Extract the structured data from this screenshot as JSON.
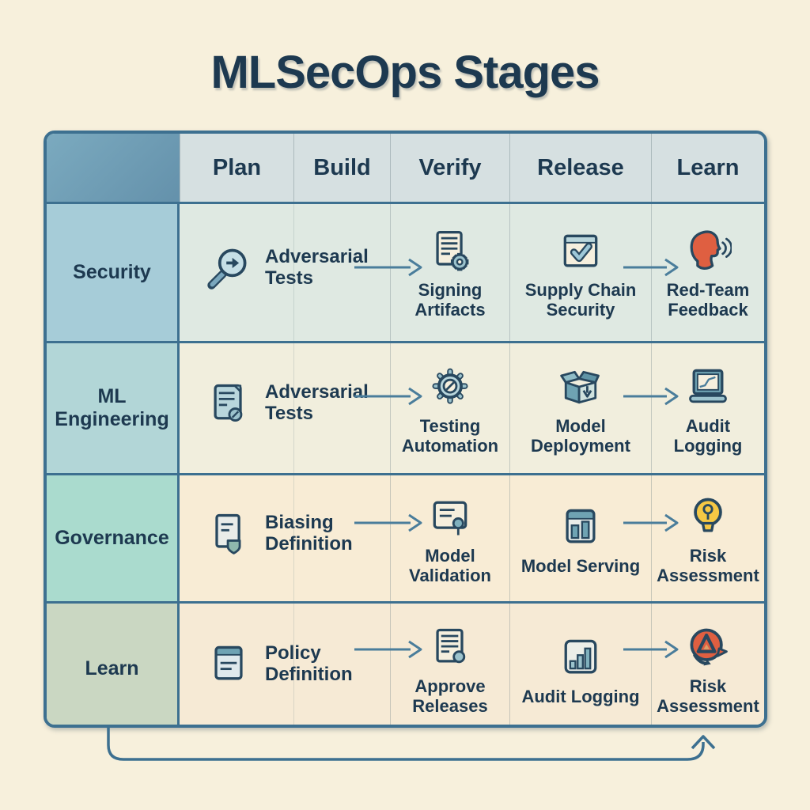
{
  "title": "MLSecOps Stages",
  "table": {
    "columns": [
      "Plan",
      "Build",
      "Verify",
      "Release",
      "Learn"
    ],
    "rows": [
      {
        "label": "Security",
        "plan_build": {
          "icon": "magnifier-arrow-icon",
          "label": "Adversarial Tests"
        },
        "verify": {
          "icon": "document-gear-icon",
          "label": "Signing Artifacts"
        },
        "release": {
          "icon": "window-check-icon",
          "label": "Supply Chain Security"
        },
        "learn": {
          "icon": "speaking-head-icon",
          "label": "Red-Team Feedback"
        }
      },
      {
        "label": "ML Engineering",
        "plan_build": {
          "icon": "document-badge-icon",
          "label": "Adversarial Tests"
        },
        "verify": {
          "icon": "gear-icon",
          "label": "Testing Automation"
        },
        "release": {
          "icon": "package-download-icon",
          "label": "Model Deployment"
        },
        "learn": {
          "icon": "laptop-chart-icon",
          "label": "Audit Logging"
        }
      },
      {
        "label": "Governance",
        "plan_build": {
          "icon": "document-shield-icon",
          "label": "Biasing Definition"
        },
        "verify": {
          "icon": "certificate-icon",
          "label": "Model Validation"
        },
        "release": {
          "icon": "window-bars-icon",
          "label": "Model Serving"
        },
        "learn": {
          "icon": "lightbulb-icon",
          "label": "Risk Assessment"
        }
      },
      {
        "label": "Learn",
        "plan_build": {
          "icon": "window-lines-icon",
          "label": "Policy Definition"
        },
        "verify": {
          "icon": "document-approve-icon",
          "label": "Approve Releases"
        },
        "release": {
          "icon": "bar-chart-icon",
          "label": "Audit Logging"
        },
        "learn": {
          "icon": "alert-bubble-icon",
          "label": "Risk Assessment"
        }
      }
    ]
  },
  "colors": {
    "background": "#f7f0dc",
    "title_text": "#1d3950",
    "table_border": "#3d7090",
    "header_corner": "#6d9db7",
    "header_cell": "#d6e0e1",
    "row_header_security": "#a6ccd8",
    "row_header_ml_engineering": "#b2d6d7",
    "row_header_governance": "#aadbce",
    "row_header_learn": "#cad7c2",
    "row_bg_security": "#dfe9e2",
    "row_bg_ml_engineering": "#f1eedd",
    "row_bg_governance": "#f8ecd5",
    "row_bg_learn": "#f6ead5",
    "arrow": "#4a7d9b",
    "accent_red": "#df5f41",
    "accent_yellow": "#f6c844"
  }
}
